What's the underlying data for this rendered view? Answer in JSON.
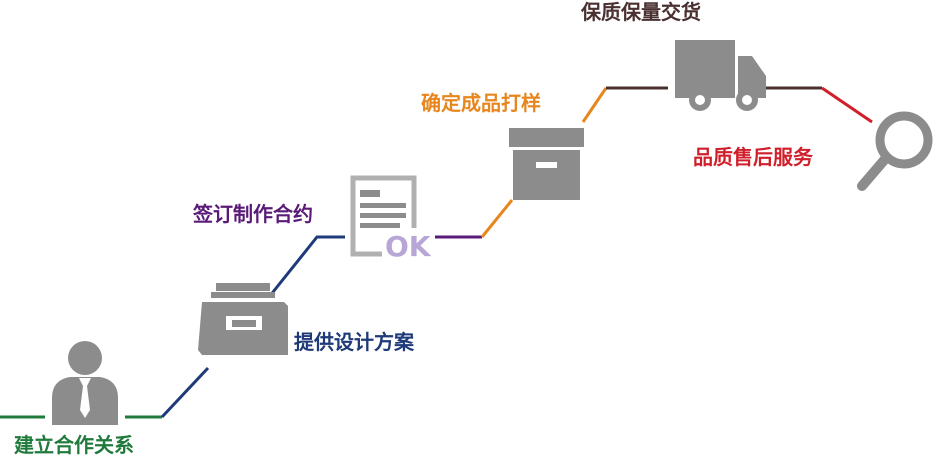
{
  "steps": [
    {
      "label": "建立合作关系",
      "color": "#1f7a3c",
      "icon": "businessman-icon"
    },
    {
      "label": "提供设计方案",
      "color": "#1e3a78",
      "icon": "file-drawer-icon"
    },
    {
      "label": "签订制作合约",
      "color": "#5a1a78",
      "icon": "contract-ok-icon"
    },
    {
      "label": "确定成品打样",
      "color": "#e8861e",
      "icon": "box-icon"
    },
    {
      "label": "保质保量交货",
      "color": "#4a3030",
      "icon": "truck-icon"
    },
    {
      "label": "品质售后服务",
      "color": "#d01f2a",
      "icon": "magnifier-icon"
    }
  ],
  "ok_text": "OK",
  "colors": {
    "icon_gray": "#8c8c8c",
    "ok_purple": "#b7a6d6",
    "line_green": "#1f7a3c",
    "line_navy": "#1e3a78",
    "line_purple": "#5a1a78",
    "line_orange": "#e8861e",
    "line_brown": "#4a3030",
    "line_red": "#d01f2a"
  }
}
